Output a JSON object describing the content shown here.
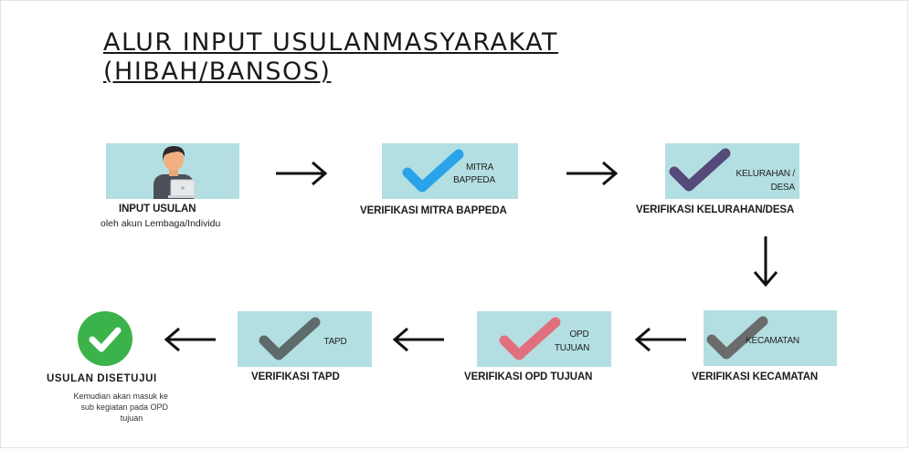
{
  "title": {
    "line1": "ALUR INPUT USULANMASYARAKAT",
    "line2": "(HIBAH/BANSOS)"
  },
  "steps": [
    {
      "caption": "INPUT USULAN",
      "subcaption": "oleh akun Lembaga/Individu",
      "icon": "user-laptop-icon"
    },
    {
      "caption": "VERIFIKASI MITRA BAPPEDA",
      "box_label_1": "MITRA",
      "box_label_2": "BAPPEDA",
      "check_color": "#2aa3e8"
    },
    {
      "caption": "VERIFIKASI KELURAHAN/DESA",
      "box_label_1": "KELURAHAN /",
      "box_label_2": "DESA",
      "check_color": "#554a7a"
    },
    {
      "caption": "VERIFIKASI KECAMATAN",
      "box_label_1": "KECAMATAN",
      "check_color": "#6b6b6b"
    },
    {
      "caption": "VERIFIKASI OPD TUJUAN",
      "box_label_1": "OPD",
      "box_label_2": "TUJUAN",
      "check_color": "#e0707e"
    },
    {
      "caption": "VERIFIKASI TAPD",
      "box_label_1": "TAPD",
      "check_color": "#5e6b6b"
    },
    {
      "caption": "USULAN DISETUJUI",
      "note_1": "Kemudian akan masuk ke",
      "note_2": "sub kegiatan pada OPD",
      "note_3": "tujuan",
      "check_color": "#3bb34a"
    }
  ],
  "colors": {
    "box_fill": "#b3dfe2",
    "arrow": "#111111"
  }
}
